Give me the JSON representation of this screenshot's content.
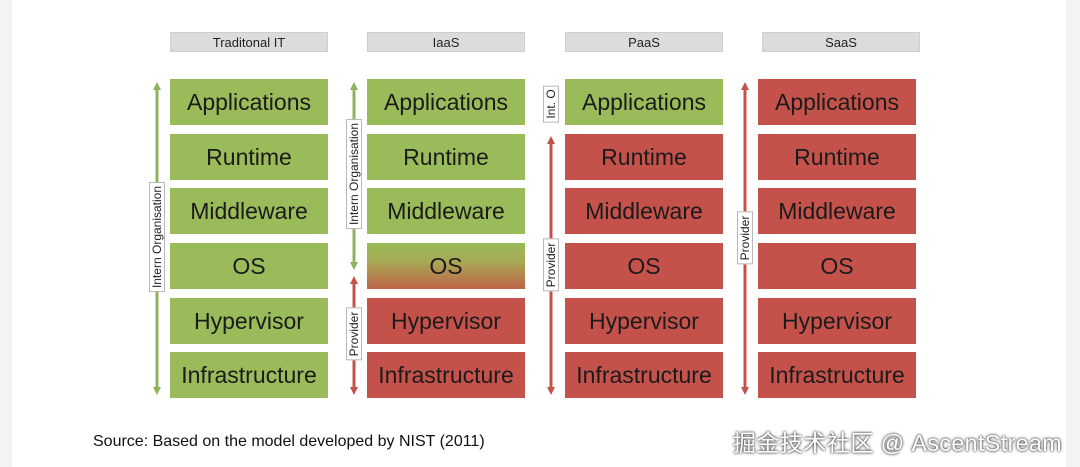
{
  "columns": [
    {
      "header": "Traditonal IT",
      "layers": [
        {
          "label": "Applications",
          "state": "green"
        },
        {
          "label": "Runtime",
          "state": "green"
        },
        {
          "label": "Middleware",
          "state": "green"
        },
        {
          "label": "OS",
          "state": "green"
        },
        {
          "label": "Hypervisor",
          "state": "green"
        },
        {
          "label": "Infrastructure",
          "state": "green"
        }
      ],
      "spans": [
        {
          "label": "Intern Organisation",
          "color": "#8fb35a"
        }
      ]
    },
    {
      "header": "IaaS",
      "layers": [
        {
          "label": "Applications",
          "state": "green"
        },
        {
          "label": "Runtime",
          "state": "green"
        },
        {
          "label": "Middleware",
          "state": "green"
        },
        {
          "label": "OS",
          "state": "mixed"
        },
        {
          "label": "Hypervisor",
          "state": "red"
        },
        {
          "label": "Infrastructure",
          "state": "red"
        }
      ],
      "spans": [
        {
          "label": "Intern Organisation",
          "color": "#8fb35a"
        },
        {
          "label": "Provider",
          "color": "#c4524b"
        }
      ]
    },
    {
      "header": "PaaS",
      "layers": [
        {
          "label": "Applications",
          "state": "green"
        },
        {
          "label": "Runtime",
          "state": "red"
        },
        {
          "label": "Middleware",
          "state": "red"
        },
        {
          "label": "OS",
          "state": "red"
        },
        {
          "label": "Hypervisor",
          "state": "red"
        },
        {
          "label": "Infrastructure",
          "state": "red"
        }
      ],
      "spans": [
        {
          "label": "Int. O",
          "color": "#8fb35a"
        },
        {
          "label": "Provider",
          "color": "#c4524b"
        }
      ]
    },
    {
      "header": "SaaS",
      "layers": [
        {
          "label": "Applications",
          "state": "red"
        },
        {
          "label": "Runtime",
          "state": "red"
        },
        {
          "label": "Middleware",
          "state": "red"
        },
        {
          "label": "OS",
          "state": "red"
        },
        {
          "label": "Hypervisor",
          "state": "red"
        },
        {
          "label": "Infrastructure",
          "state": "red"
        }
      ],
      "spans": [
        {
          "label": "Provider",
          "color": "#c4524b"
        }
      ]
    }
  ],
  "source": "Source: Based on the model developed by NIST (2011)",
  "watermark": "掘金技术社区 @ AscentStream",
  "colors": {
    "intern": "#99bb5a",
    "provider": "#c4524b"
  }
}
